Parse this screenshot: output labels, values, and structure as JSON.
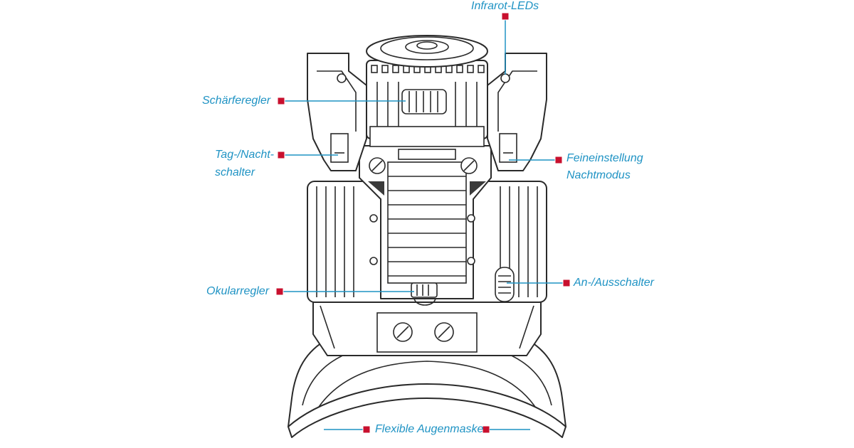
{
  "labels": {
    "infrarot": "Infrarot-LEDs",
    "schaerfe": "Schärferegler",
    "tagnacht_1": "Tag-/Nacht-",
    "tagnacht_2": "schalter",
    "feineinstellung_1": "Feineinstellung",
    "feineinstellung_2": "Nachtmodus",
    "okular": "Okularregler",
    "anaus": "An-/Ausschalter",
    "augenmaske": "Flexible Augenmaske"
  },
  "colors": {
    "label_text": "#1f93c4",
    "leader_line": "#1f93c4",
    "marker": "#c8102e",
    "outline": "#2a2a2a"
  }
}
